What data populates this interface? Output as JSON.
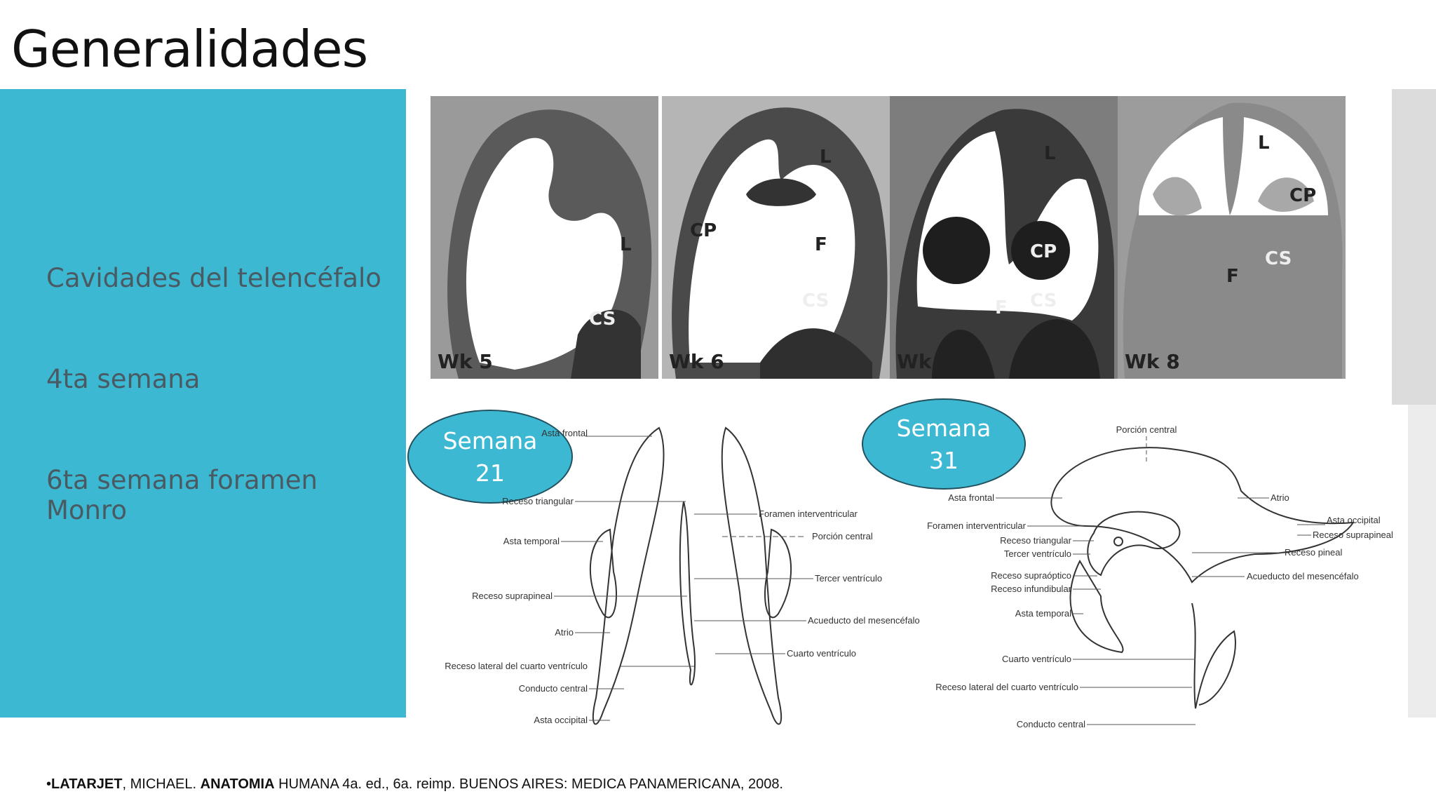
{
  "slide": {
    "title": "Generalidades",
    "bullets": [
      "Cavidades del telencéfalo",
      "4ta semana",
      "6ta semana foramen Monro"
    ],
    "colors": {
      "panel": "#3cb8d2",
      "bullet_text": "#4a5a63"
    }
  },
  "images": {
    "sections": [
      {
        "week": "Wk 5",
        "labels": [
          "L",
          "CS"
        ]
      },
      {
        "week": "Wk 6",
        "labels": [
          "L",
          "CP",
          "F",
          "CS"
        ]
      },
      {
        "week": "Wk 7",
        "labels": [
          "L",
          "CP",
          "F",
          "CS"
        ]
      },
      {
        "week": "Wk 8",
        "labels": [
          "L",
          "CP",
          "F",
          "CS"
        ]
      }
    ]
  },
  "callouts": {
    "week21": "Semana 21",
    "week21_line1": "Semana",
    "week21_line2": "21",
    "week31": "Semana 31",
    "week31_line1": "Semana",
    "week31_line2": "31"
  },
  "diagram_left": {
    "labels_left": [
      "Asta frontal",
      "Receso triangular",
      "Asta temporal",
      "Receso suprapineal",
      "Atrio",
      "Receso lateral del cuarto ventrículo",
      "Conducto central",
      "Asta occipital"
    ],
    "labels_right": [
      "Foramen interventricular",
      "Porción central",
      "Tercer ventrículo",
      "Acueducto del mesencéfalo",
      "Cuarto ventrículo"
    ]
  },
  "diagram_right": {
    "labels_left": [
      "Asta frontal",
      "Foramen interventricular",
      "Receso triangular",
      "Tercer ventrículo",
      "Receso supraóptico",
      "Receso infundibular",
      "Asta temporal",
      "Cuarto ventrículo",
      "Receso lateral del cuarto ventrículo",
      "Conducto central"
    ],
    "labels_top": [
      "Porción central"
    ],
    "labels_right": [
      "Atrio",
      "Asta occipital",
      "Receso suprapineal",
      "Receso pineal",
      "Acueducto del mesencéfalo"
    ]
  },
  "citation": {
    "bullet": "•",
    "author_bold": "LATARJET",
    "author_rest": ", MICHAEL. ",
    "title_bold": "ANATOMIA",
    "rest": " HUMANA 4a. ed., 6a. reimp. BUENOS AIRES: MEDICA PANAMERICANA, 2008."
  }
}
